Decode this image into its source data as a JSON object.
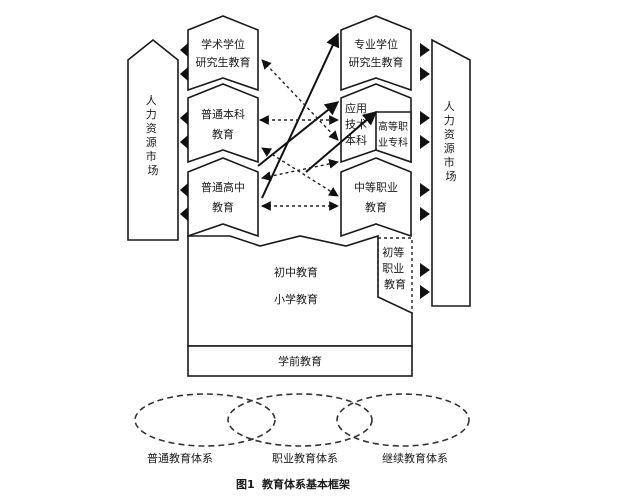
{
  "left_market": {
    "label": "人力资源市场"
  },
  "right_market": {
    "label": "人力资源市场"
  },
  "academic": {
    "postgrad_line1": "学术学位",
    "postgrad_line2": "研究生教育",
    "undergrad_line1": "普通本科",
    "undergrad_line2": "教育",
    "highschool_line1": "普通高中",
    "highschool_line2": "教育"
  },
  "vocational": {
    "postgrad_line1": "专业学位",
    "postgrad_line2": "研究生教育",
    "applied_label": "应用技术本科",
    "higher_voc_label": "高等职业专科",
    "secondary_line1": "中等职业",
    "secondary_line2": "教育",
    "junior_voc_label": "初等职业教育"
  },
  "base": {
    "junior_high": "初中教育",
    "primary": "小学教育",
    "preschool": "学前教育"
  },
  "systems": [
    "普通教育体系",
    "职业教育体系",
    "继续教育体系"
  ],
  "caption": {
    "number": "图1",
    "title": "教育体系基本框架"
  }
}
